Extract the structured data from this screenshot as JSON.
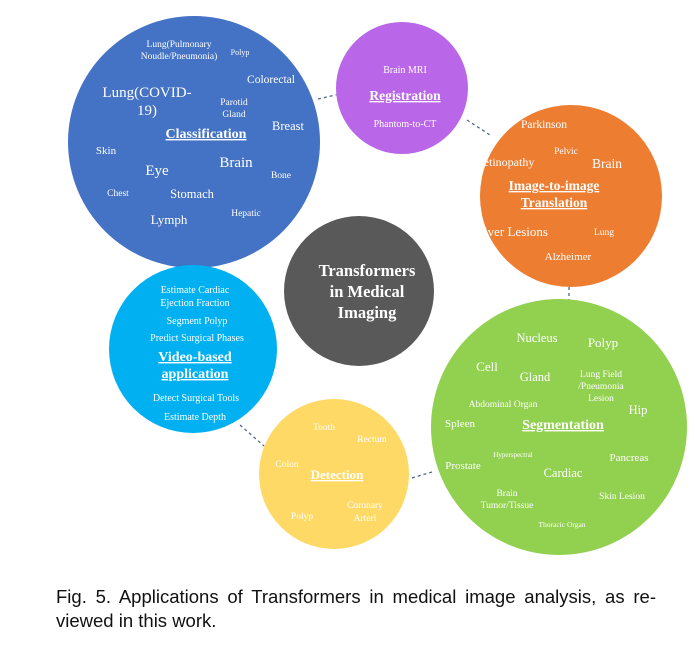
{
  "colors": {
    "classification": "#4472c4",
    "registration": "#b966e8",
    "translation": "#ed7d31",
    "segmentation": "#92d050",
    "detection": "#ffd966",
    "video": "#00b0f0",
    "center": "#595959",
    "connector": "#4a6a8a",
    "text": "#ffffff"
  },
  "center": {
    "line1": "Transformers",
    "line2": "in Medical",
    "line3": "Imaging"
  },
  "classification": {
    "title": "Classification",
    "items": {
      "lung_pulmonary_1": "Lung(Pulmonary",
      "lung_pulmonary_2": "Noudle/Pneumonia)",
      "polyp": "Polyp",
      "colorectal": "Colorectal",
      "lung_covid_1": "Lung(COVID-",
      "lung_covid_2": "19)",
      "parotid_1": "Parotid",
      "parotid_2": "Gland",
      "breast": "Breast",
      "skin": "Skin",
      "brain": "Brain",
      "eye": "Eye",
      "bone": "Bone",
      "chest": "Chest",
      "stomach": "Stomach",
      "hepatic": "Hepatic",
      "lymph": "Lymph"
    }
  },
  "registration": {
    "title": "Registration",
    "items": {
      "brain_mri": "Brain MRI",
      "phantom_ct": "Phantom-to-CT"
    }
  },
  "translation": {
    "title_1": "Image-to-image",
    "title_2": "Translation",
    "items": {
      "parkinson": "Parkinson",
      "pelvic": "Pelvic",
      "retinopathy": "Retinopathy",
      "brain": "Brain",
      "liver": "Liver Lesions",
      "lung": "Lung",
      "alzheimer": "Alzheimer"
    }
  },
  "segmentation": {
    "title": "Segmentation",
    "items": {
      "nucleus": "Nucleus",
      "polyp": "Polyp",
      "cell": "Cell",
      "gland": "Gland",
      "lung_field_1": "Lung Field",
      "lung_field_2": "/Pneumonia",
      "lung_field_3": "Lesion",
      "abdominal": "Abdominal Organ",
      "hip": "Hip",
      "spleen": "Spleen",
      "hyperspectral": "Hyperspectral",
      "pancreas": "Pancreas",
      "prostate": "Prostate",
      "cardiac": "Cardiac",
      "brain_tumor_1": "Brain",
      "brain_tumor_2": "Tumor/Tissue",
      "skin_lesion": "Skin Lesion",
      "thoracic": "Thoracic Organ"
    }
  },
  "detection": {
    "title": "Detection",
    "items": {
      "tooth": "Tooth",
      "rectum": "Rectum",
      "colon": "Colon",
      "coronary_1": "Coronary",
      "coronary_2": "Arteri",
      "polyp": "Polyp"
    }
  },
  "video": {
    "title_1": "Video-based",
    "title_2": "application",
    "items": {
      "cardiac_1": "Estimate Cardiac",
      "cardiac_2": "Ejection Fraction",
      "polyp": "Segment Polyp",
      "phases": "Predict Surgical Phases",
      "tools": "Detect Surgical Tools",
      "depth": "Estimate Depth"
    }
  },
  "caption": "Fig. 5. Applications of Transformers in medical image analysis, as re-viewed in this work."
}
